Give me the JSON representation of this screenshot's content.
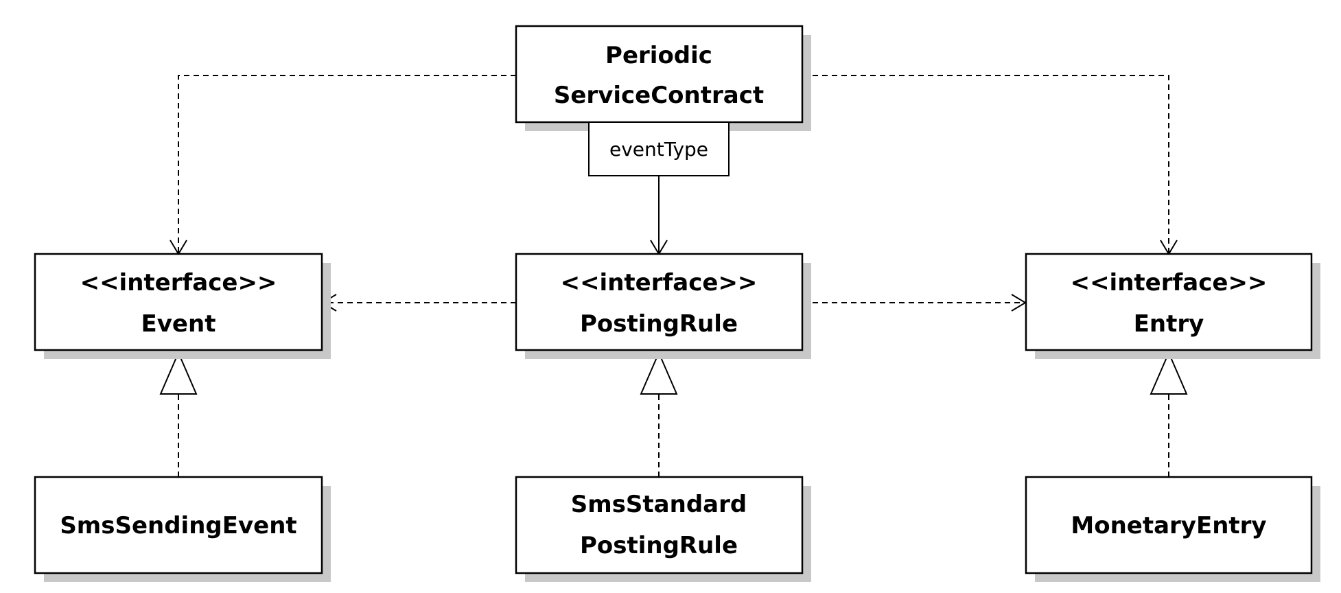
{
  "nodes": {
    "periodic_service_contract": {
      "line1": "Periodic",
      "line2": "ServiceContract"
    },
    "event_type_qualifier": {
      "label": "eventType"
    },
    "event_interface": {
      "stereotype": "<<interface>>",
      "name": "Event"
    },
    "posting_rule_interface": {
      "stereotype": "<<interface>>",
      "name": "PostingRule"
    },
    "entry_interface": {
      "stereotype": "<<interface>>",
      "name": "Entry"
    },
    "sms_sending_event": {
      "name": "SmsSendingEvent"
    },
    "sms_standard_posting_rule": {
      "line1": "SmsStandard",
      "line2": "PostingRule"
    },
    "monetary_entry": {
      "name": "MonetaryEntry"
    }
  },
  "edges": [
    {
      "from": "Periodic ServiceContract",
      "to": "Event",
      "kind": "dependency"
    },
    {
      "from": "Periodic ServiceContract",
      "to": "Entry",
      "kind": "dependency"
    },
    {
      "from": "Periodic ServiceContract",
      "to": "PostingRule",
      "kind": "qualified-association",
      "qualifier": "eventType"
    },
    {
      "from": "PostingRule",
      "to": "Event",
      "kind": "dependency"
    },
    {
      "from": "PostingRule",
      "to": "Entry",
      "kind": "dependency"
    },
    {
      "from": "SmsSendingEvent",
      "to": "Event",
      "kind": "realization"
    },
    {
      "from": "SmsStandard PostingRule",
      "to": "PostingRule",
      "kind": "realization"
    },
    {
      "from": "MonetaryEntry",
      "to": "Entry",
      "kind": "realization"
    }
  ]
}
